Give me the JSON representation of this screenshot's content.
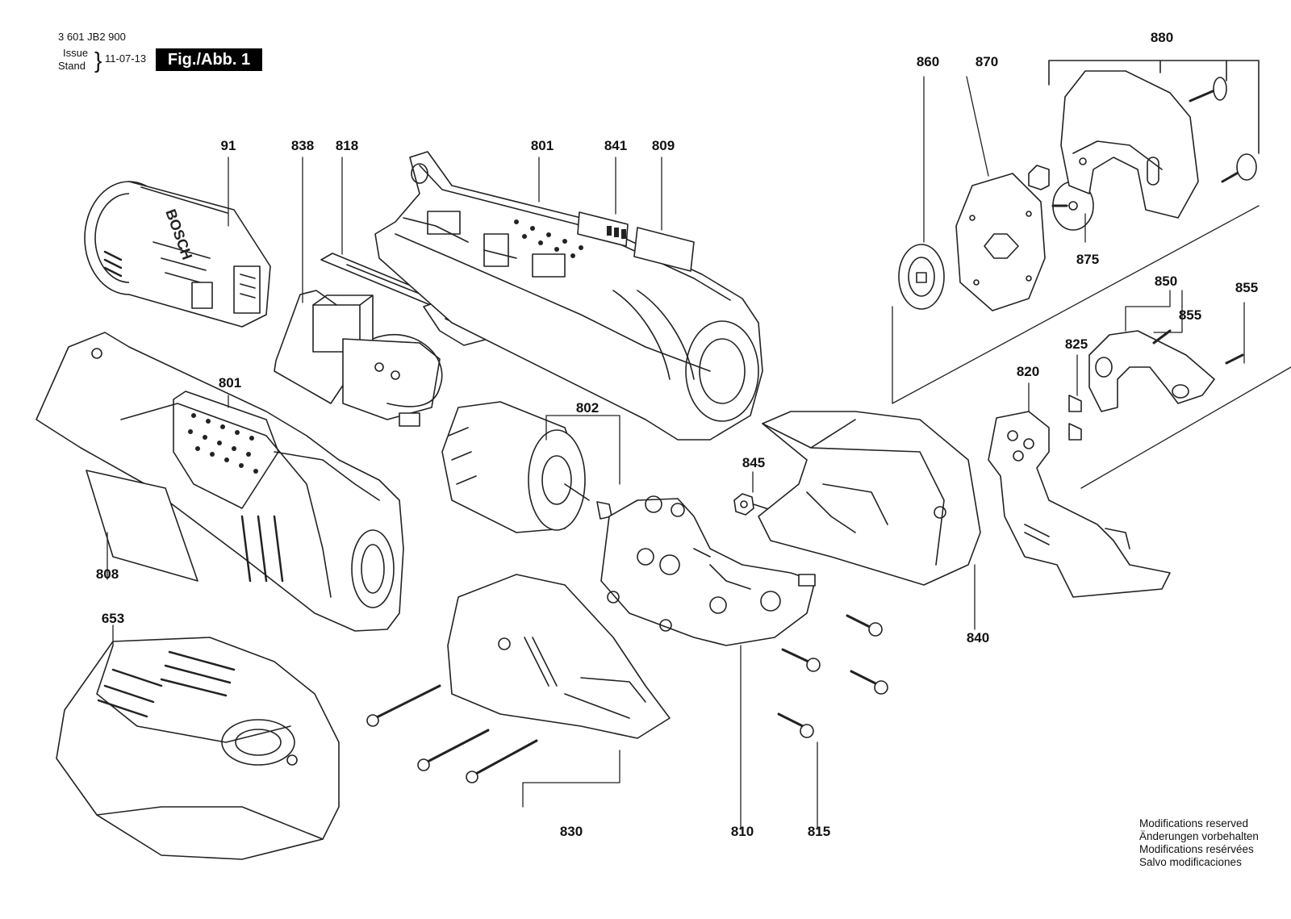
{
  "header": {
    "part_number": "3 601 JB2 900",
    "issue_label": "Issue",
    "stand_label": "Stand",
    "date": "11-07-13",
    "figure": "Fig./Abb. 1"
  },
  "labels": {
    "p91": "91",
    "p838": "838",
    "p818": "818",
    "p801_top": "801",
    "p841": "841",
    "p809": "809",
    "p860": "860",
    "p870": "870",
    "p880": "880",
    "p875": "875",
    "p850": "850",
    "p855_a": "855",
    "p855_b": "855",
    "p825": "825",
    "p820": "820",
    "p801_left": "801",
    "p802": "802",
    "p845": "845",
    "p808": "808",
    "p653": "653",
    "p840": "840",
    "p830": "830",
    "p810": "810",
    "p815": "815"
  },
  "battery_brand": "BOSCH",
  "footer": {
    "en": "Modifications reserved",
    "de": "Änderungen vorbehalten",
    "fr": "Modifications resérvées",
    "es": "Salvo modificaciones"
  }
}
